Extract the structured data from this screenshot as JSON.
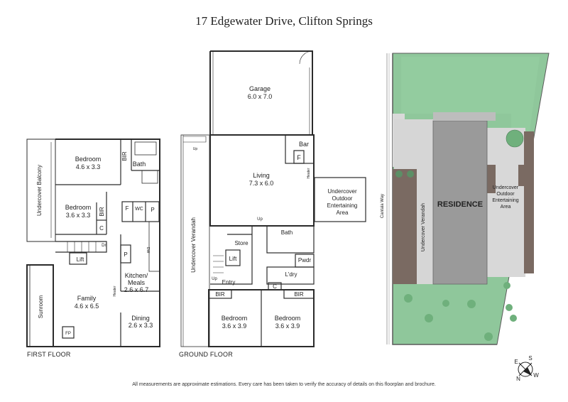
{
  "title": "17 Edgewater Drive, Clifton Springs",
  "floors": {
    "first": "FIRST FLOOR",
    "ground": "GROUND FLOOR"
  },
  "first_floor": {
    "balcony": "Undercover Balcony",
    "bedroom1_name": "Bedroom",
    "bedroom1_size": "4.6 x 3.3",
    "bedroom2_name": "Bedroom",
    "bedroom2_size": "3.6 x 3.3",
    "bir": "BIR",
    "bath": "Bath",
    "c": "C",
    "f": "F",
    "wc": "WC",
    "p": "P",
    "dn": "Dn",
    "lift": "Lift",
    "kitchen_name1": "Kitchen/",
    "kitchen_name2": "Meals",
    "kitchen_size": "2.6 x 6.7",
    "dw": "DW",
    "heater": "Heater",
    "family_name": "Family",
    "family_size": "4.6 x 6.5",
    "sunroom": "Sunroom",
    "dining_name": "Dining",
    "dining_size": "2.6 x 3.3",
    "fp": "FP"
  },
  "ground_floor": {
    "garage_name": "Garage",
    "garage_size": "6.0 x 7.0",
    "bar": "Bar",
    "f": "F",
    "living_name": "Living",
    "living_size": "7.3 x 6.0",
    "heater": "Heater",
    "outdoor1": "Undercover",
    "outdoor2": "Outdoor",
    "outdoor3": "Entertaining",
    "outdoor4": "Area",
    "verandah": "Undercover Verandah",
    "up": "Up",
    "store": "Store",
    "lift": "Lift",
    "bath": "Bath",
    "pwdr": "Pwdr",
    "ldry": "L'dry",
    "entry": "Entry",
    "c": "C",
    "bir": "BIR",
    "bedroom_name": "Bedroom",
    "bedroom_size": "3.6 x 3.9"
  },
  "site": {
    "street": "Cantala Way",
    "residence": "RESIDENCE",
    "verandah": "Undercover Verandah",
    "outdoor1": "Undercover",
    "outdoor2": "Outdoor",
    "outdoor3": "Entertaining",
    "outdoor4": "Area"
  },
  "compass": {
    "n": "N",
    "e": "E",
    "s": "S",
    "w": "W"
  },
  "disclaimer": "All measurements are approximate estimations. Every care has been taken to verify the accuracy of details on this floorplan and brochure.",
  "colors": {
    "wall": "#2b2b2b",
    "lawn": "#8fc79b",
    "garden": "#7a6a62",
    "residence": "#9a9a9a",
    "paving": "#d4d4d4"
  }
}
